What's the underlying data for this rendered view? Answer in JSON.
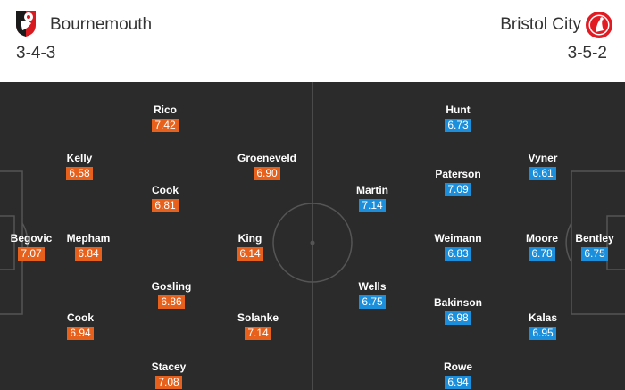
{
  "home": {
    "name": "Bournemouth",
    "formation": "3-4-3",
    "crest_icon": "bournemouth-crest-icon",
    "rating_color": "#e8611c",
    "players": [
      {
        "name": "Begovic",
        "rating": "7.07"
      },
      {
        "name": "Kelly",
        "rating": "6.58"
      },
      {
        "name": "Mepham",
        "rating": "6.84"
      },
      {
        "name": "Cook",
        "rating": "6.94"
      },
      {
        "name": "Rico",
        "rating": "7.42"
      },
      {
        "name": "Cook",
        "rating": "6.81"
      },
      {
        "name": "Gosling",
        "rating": "6.86"
      },
      {
        "name": "Stacey",
        "rating": "7.08"
      },
      {
        "name": "Groeneveld",
        "rating": "6.90"
      },
      {
        "name": "King",
        "rating": "6.14"
      },
      {
        "name": "Solanke",
        "rating": "7.14"
      }
    ]
  },
  "away": {
    "name": "Bristol City",
    "formation": "3-5-2",
    "crest_icon": "bristol-city-crest-icon",
    "rating_color": "#1b8fdc",
    "players": [
      {
        "name": "Bentley",
        "rating": "6.75"
      },
      {
        "name": "Vyner",
        "rating": "6.61"
      },
      {
        "name": "Moore",
        "rating": "6.78"
      },
      {
        "name": "Kalas",
        "rating": "6.95"
      },
      {
        "name": "Hunt",
        "rating": "6.73"
      },
      {
        "name": "Paterson",
        "rating": "7.09"
      },
      {
        "name": "Weimann",
        "rating": "6.83"
      },
      {
        "name": "Bakinson",
        "rating": "6.98"
      },
      {
        "name": "Rowe",
        "rating": "6.94"
      },
      {
        "name": "Martin",
        "rating": "7.14"
      },
      {
        "name": "Wells",
        "rating": "6.75"
      }
    ]
  },
  "pitch": {
    "background": "#2b2b2b",
    "line_color": "#555555"
  }
}
